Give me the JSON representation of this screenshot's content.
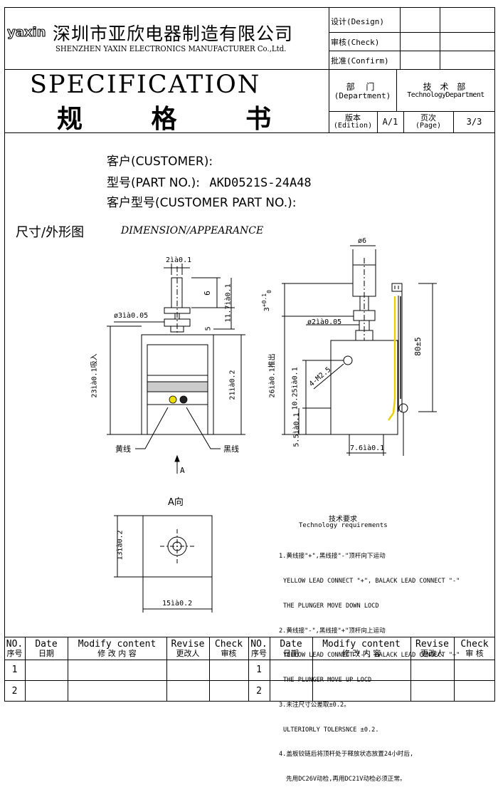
{
  "header": {
    "logo_text": "yaxin",
    "company_cn": "深圳市亚欣电器制造有限公司",
    "company_en": "SHENZHEN YAXIN ELECTRONICS MANUFACTURER Co.,Ltd.",
    "design_label": "设计(Design)",
    "check_label": "审核(Check)",
    "confirm_label": "批准(Confirm)",
    "title_en": "SPECIFICATION",
    "title_cn": "规 格 书",
    "dept_label_cn": "部 门",
    "dept_label_en": "(Department)",
    "dept_value_cn": "技 术 部",
    "dept_value_en": "TechnologyDepartment",
    "edition_label_cn": "版本",
    "edition_label_en": "(Edition)",
    "edition_value": "A/1",
    "page_label_cn": "页次",
    "page_label_en": "(Page)",
    "page_value": "3/3"
  },
  "info": {
    "customer": "客户(CUSTOMER):",
    "part_no_label": "型号(PART NO.):",
    "part_no": "AKD0521S-24A48",
    "customer_part": "客户型号(CUSTOMER PART NO.):"
  },
  "section": {
    "title_cn": "尺寸/外形图",
    "title_en": "DIMENSION/APPEARANCE"
  },
  "drawing": {
    "dim_shaft_d": "2ìà0.1",
    "dim_6": "6",
    "dim_11_7": "11.7ìà0.1",
    "dim_collar": "ø3ìà0.05",
    "dim_5": "5",
    "dim_23": "23ìà0.1吸入",
    "dim_21": "21ìà0.2",
    "label_yellow": "黄线",
    "label_black": "黑线",
    "arrow_a": "A",
    "dim_phi6": "ø6",
    "dim_3_plus": "+0.1",
    "dim_3_zero": "0",
    "dim_3": "3",
    "dim_shaft2": "ø2ìà0.05",
    "dim_80": "80±5",
    "dim_26": "26ìà0.1推出",
    "dim_m25": "4-M2.5",
    "dim_10_25": "10.25ìà0.1",
    "dim_5_5": "5.5ìà0.1",
    "dim_7_6": "7.6ìà0.1",
    "view_a": "A向",
    "dim_13": "13ìà0.2",
    "dim_15": "15ìà0.2"
  },
  "requirements": {
    "title_cn": "技术要求",
    "title_en": "Technology requirements",
    "lines": [
      "1.黄线接\"+\",黑线接\"-\"顶杆向下运动",
      "YELLOW LEAD CONNECT \"+\", BALACK LEAD CONNECT \"-\"",
      "THE PLUNGER MOVE DOWN LOCD",
      "2.黄线接\"-\",黑线接\"+\"顶杆向上运动",
      "YELLOW LEAD CONNECT \"-\", BALACK LEAD CONNECT \"+\"",
      "THE PLUNGER MOVE UP LOCD",
      "3.未注尺寸公差取±0.2。",
      "ULTERIORLY TOLERSNCE ±0.2.",
      "4.盖板铰链后将顶杆处于释放状态放置24小时后,",
      "先用DC26V动检,再用DC21V动检必须正常。"
    ]
  },
  "revision_table": {
    "headers_en": [
      "NO.",
      "Date",
      "Modify content",
      "Revise",
      "Check",
      "NO.",
      "Date",
      "Modify content",
      "Revise",
      "Check"
    ],
    "headers_cn": [
      "序号",
      "日期",
      "修 改 内 容",
      "更改人",
      "审核",
      "序号",
      "日期",
      "修 改 内 容",
      "更改人",
      "审 核"
    ],
    "rows": [
      "1",
      "2"
    ]
  }
}
